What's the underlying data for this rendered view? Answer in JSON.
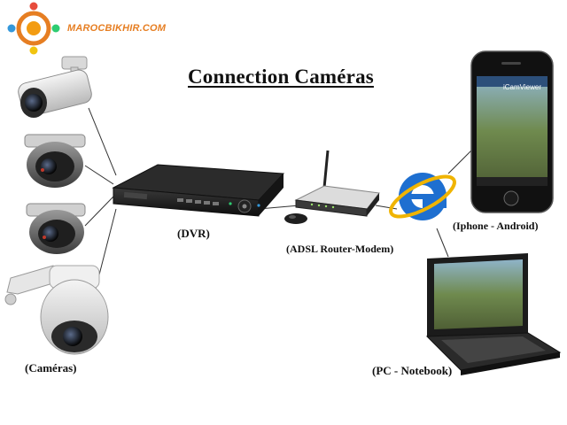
{
  "brand": {
    "name": "MAROCBIKHIR.COM"
  },
  "diagram": {
    "title": "Connection Caméras",
    "labels": {
      "dvr": "(DVR)",
      "router": "(ADSL Router-Modem)",
      "mobile": "(Iphone - Android)",
      "cameras": "(Caméras)",
      "pc": "(PC - Notebook)"
    },
    "phone_app": "iCamViewer"
  },
  "colors": {
    "brand_orange": "#e67e22",
    "ie_blue": "#1e6fd0",
    "ie_gold": "#f0b400",
    "device_black": "#1b1b1b"
  },
  "icons": [
    "logo-icon",
    "camera-icon",
    "dvr-icon",
    "router-icon",
    "internet-explorer-icon",
    "smartphone-icon",
    "laptop-icon"
  ]
}
